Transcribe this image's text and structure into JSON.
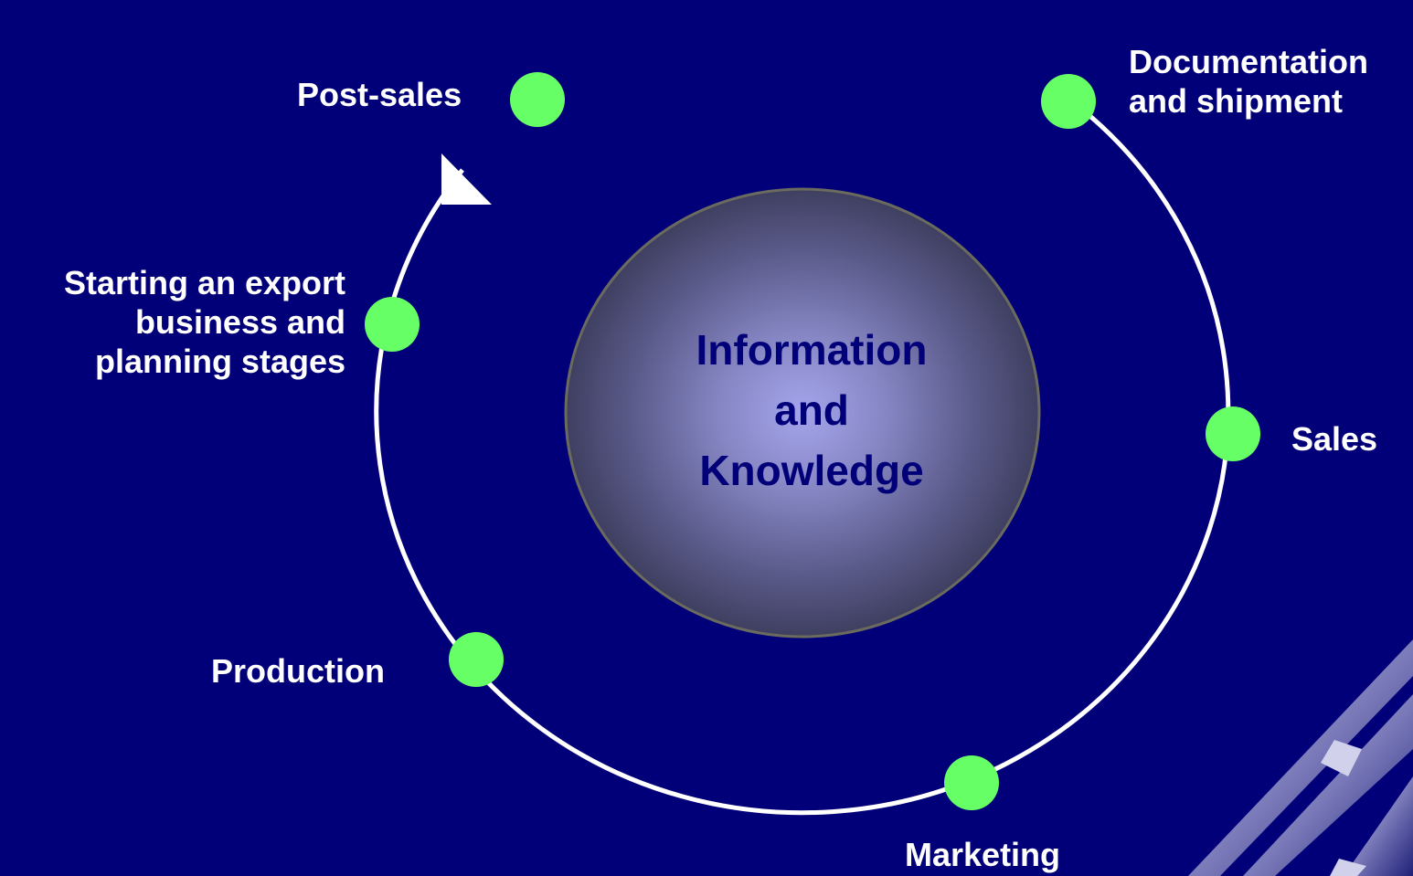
{
  "center": {
    "text": "Information\nand\nKnowledge"
  },
  "stages": [
    {
      "id": "post-sales",
      "label": "Post-sales"
    },
    {
      "id": "documentation",
      "label": "Documentation\nand shipment"
    },
    {
      "id": "sales",
      "label": "Sales"
    },
    {
      "id": "marketing",
      "label": "Marketing"
    },
    {
      "id": "production",
      "label": "Production"
    },
    {
      "id": "starting",
      "label": "Starting an export\nbusiness and\nplanning stages"
    }
  ],
  "colors": {
    "background": "#020079",
    "ring": "#ffffff",
    "node": "#66ff66",
    "center_text": "#020079"
  }
}
